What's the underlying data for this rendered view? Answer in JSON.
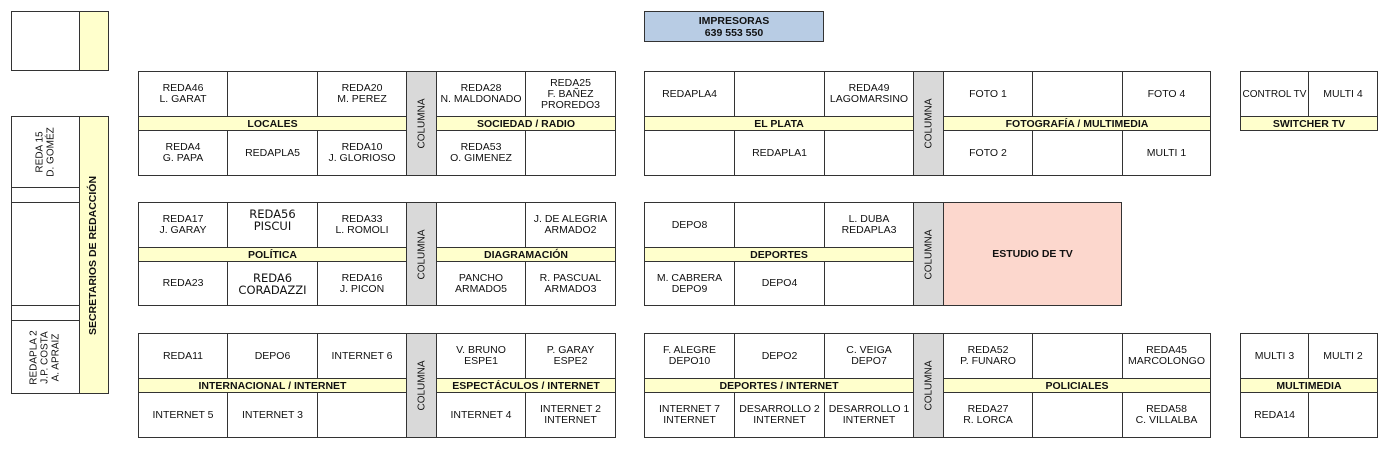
{
  "printers": {
    "title": "IMPRESORAS",
    "numbers": "639   553   550"
  },
  "column_label": "COLUMNA",
  "secretarios_label": "SECRETARIOS DE REDACCIÓN",
  "left_cells": {
    "reda15": "REDA 15\nD. GOMÉZ",
    "redapla2": "REDAPLA 2\nJ.P. COSTA\nA. APRAIZ"
  },
  "studio_label": "ESTUDIO DE TV",
  "blocks": {
    "locales_sociedad": {
      "top_left": [
        "REDA46\nL. GARAT",
        "",
        "REDA20\nM. PEREZ"
      ],
      "top_right": [
        "REDA28\nN. MALDONADO",
        "REDA25\nF. BAÑEZ\nPROREDO3"
      ],
      "band_left": "LOCALES",
      "band_right": "SOCIEDAD / RADIO",
      "bottom_left": [
        "REDA4\nG. PAPA",
        "REDAPLA5",
        "REDA10\nJ. GLORIOSO"
      ],
      "bottom_right": [
        "REDA53\nO. GIMENEZ",
        ""
      ]
    },
    "plata_foto": {
      "top_left": [
        "REDAPLA4",
        "",
        "REDA49\nLAGOMARSINO"
      ],
      "top_right": [
        "FOTO 1",
        "",
        "FOTO 4"
      ],
      "band_left": "EL PLATA",
      "band_right": "FOTOGRAFÍA / MULTIMEDIA",
      "bottom_left": [
        "",
        "REDAPLA1",
        ""
      ],
      "bottom_right": [
        "FOTO 2",
        "",
        "MULTI 1"
      ]
    },
    "switcher": {
      "top": [
        "CONTROL TV",
        "MULTI 4"
      ],
      "band": "SWITCHER TV"
    },
    "politica_diagramacion": {
      "top_left": [
        "REDA17\nJ. GARAY",
        "REDA56\nPISCUI",
        "REDA33\nL. ROMOLI"
      ],
      "top_right": [
        "",
        "J. DE ALEGRIA\nARMADO2"
      ],
      "band_left": "POLÍTICA",
      "band_right": "DIAGRAMACIÓN",
      "bottom_left": [
        "REDA23",
        "REDA6\nCORADAZZI",
        "REDA16\nJ. PICON"
      ],
      "bottom_right": [
        "PANCHO\nARMADO5",
        "R. PASCUAL\nARMADO3"
      ]
    },
    "deportes": {
      "top_left": [
        "DEPO8",
        "",
        "L. DUBA\nREDAPLA3"
      ],
      "band_left": "DEPORTES",
      "bottom_left": [
        "M. CABRERA\nDEPO9",
        "DEPO4",
        ""
      ]
    },
    "internacional_espectaculos": {
      "top_left": [
        "REDA11",
        "DEPO6",
        "INTERNET 6"
      ],
      "top_right": [
        "V. BRUNO\nESPE1",
        "P. GARAY\nESPE2"
      ],
      "band_left": "INTERNACIONAL / INTERNET",
      "band_right": "ESPECTÁCULOS / INTERNET",
      "bottom_left": [
        "INTERNET 5",
        "INTERNET 3",
        ""
      ],
      "bottom_right": [
        "INTERNET 4",
        "INTERNET 2\nINTERNET"
      ]
    },
    "deportes_policiales": {
      "top_left": [
        "F. ALEGRE\nDEPO10",
        "DEPO2",
        "C. VEIGA\nDEPO7"
      ],
      "top_right": [
        "REDA52\nP. FUNARO",
        "",
        "REDA45\nMARCOLONGO"
      ],
      "band_left": "DEPORTES / INTERNET",
      "band_right": "POLICIALES",
      "bottom_left": [
        "INTERNET 7\nINTERNET",
        "DESARROLLO 2\nINTERNET",
        "DESARROLLO 1\nINTERNET"
      ],
      "bottom_right": [
        "REDA27\nR. LORCA",
        "",
        "REDA58\nC. VILLALBA"
      ]
    },
    "multimedia": {
      "top": [
        "MULTI 3",
        "MULTI 2"
      ],
      "band": "MULTIMEDIA",
      "bottom": [
        "REDA14",
        ""
      ]
    }
  }
}
